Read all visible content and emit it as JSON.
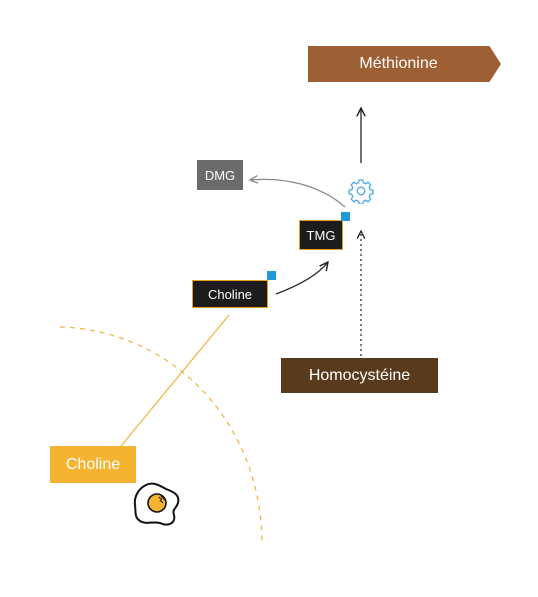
{
  "nodes": {
    "methionine": "Méthionine",
    "dmg": "DMG",
    "tmg": "TMG",
    "choline_enzyme": "Choline",
    "homocysteine": "Homocystéine",
    "choline_food": "Choline"
  },
  "icons": {
    "enzyme": "gear-icon",
    "food": "egg-icon"
  },
  "colors": {
    "methionine": "#9d5f34",
    "dmg": "#6b6b6b",
    "dark_box": "#1c1c1c",
    "dark_box_border": "#e6a020",
    "homocysteine": "#5a3a1c",
    "choline_food": "#f4b431",
    "accent_square": "#1e9ad6",
    "gear": "#4aa8de",
    "leader_line": "#f0b84b",
    "arrow": "#222222",
    "arrow_gray": "#8a8a8a"
  }
}
